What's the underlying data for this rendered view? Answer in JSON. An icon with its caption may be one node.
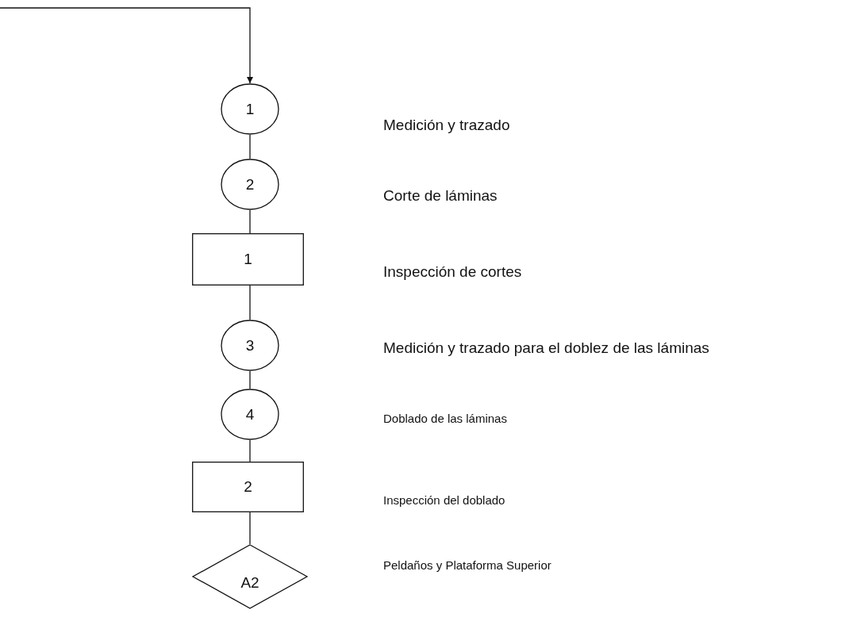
{
  "diagram": {
    "nodes": [
      {
        "text": [
          "1"
        ]
      },
      {
        "text": [
          "2"
        ]
      },
      {
        "text": [
          "1"
        ]
      },
      {
        "text": [
          "3"
        ]
      },
      {
        "text": [
          "4"
        ]
      },
      {
        "text": [
          "2"
        ]
      },
      {
        "text": [
          "A2"
        ]
      }
    ],
    "edges": [
      {
        "from": null,
        "to": 0,
        "arrow": "to"
      },
      {
        "from": 0,
        "to": 1,
        "arrow": "none"
      },
      {
        "from": 1,
        "to": 2,
        "arrow": "none"
      },
      {
        "from": 2,
        "to": 3,
        "arrow": "none"
      },
      {
        "from": 3,
        "to": 4,
        "arrow": "none"
      },
      {
        "from": 4,
        "to": 5,
        "arrow": "none"
      },
      {
        "from": 5,
        "to": 6,
        "arrow": "none"
      }
    ],
    "labels": [
      "Medición y trazado",
      "Corte de láminas",
      "Inspección de cortes",
      "Medición y trazado para el doblez de las láminas",
      "Doblado de las láminas",
      "Inspección del doblado",
      "Peldaños y Plataforma Superior"
    ]
  }
}
